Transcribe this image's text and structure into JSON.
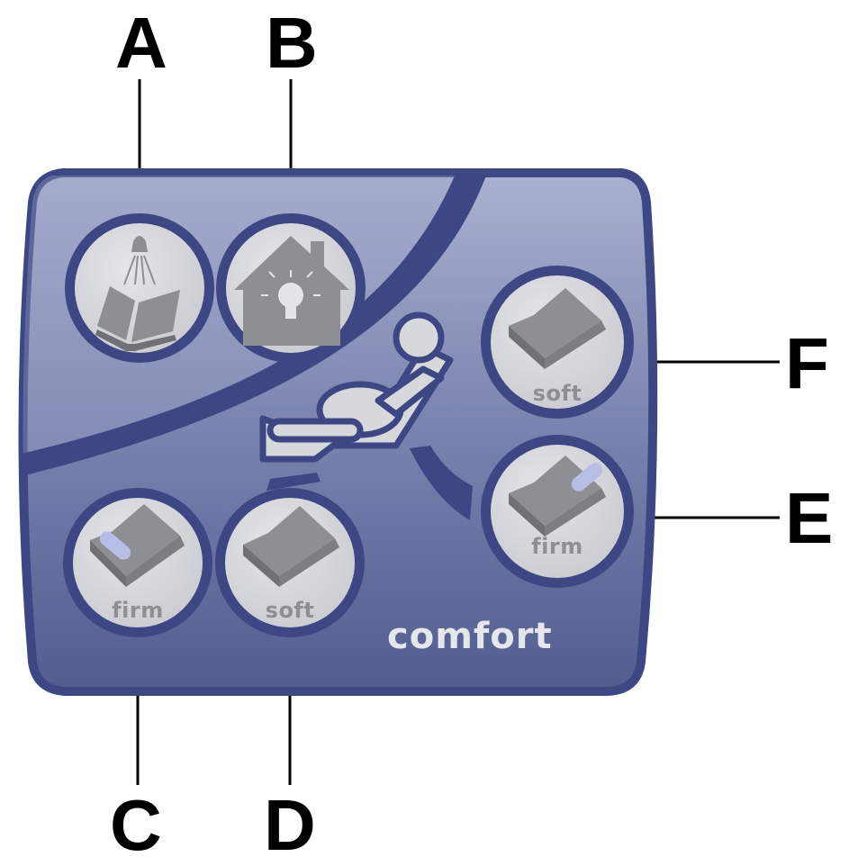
{
  "callouts": {
    "a": "A",
    "b": "B",
    "c": "C",
    "d": "D",
    "e": "E",
    "f": "F"
  },
  "remote": {
    "brand": "comfort",
    "buttons": {
      "reading_light": {
        "icon": "reading-light-icon"
      },
      "house_light": {
        "icon": "house-light-icon"
      },
      "lower_firm": {
        "label": "firm",
        "icon": "mattress-firm-icon"
      },
      "lower_soft": {
        "label": "soft",
        "icon": "mattress-soft-icon"
      },
      "upper_soft": {
        "label": "soft",
        "icon": "mattress-soft-icon"
      },
      "upper_firm": {
        "label": "firm",
        "icon": "mattress-firm-icon"
      }
    },
    "center_icon": "reclining-person-icon"
  },
  "colors": {
    "panel": "#5b6596",
    "panel_top": "#a8b1cf",
    "panel_border": "#3c4784",
    "button_face": "#d8d9dd",
    "button_ring": "#3c4784",
    "icon_gray": "#8d8f95",
    "roll_blue": "#b7bde4",
    "callout": "#000000"
  }
}
